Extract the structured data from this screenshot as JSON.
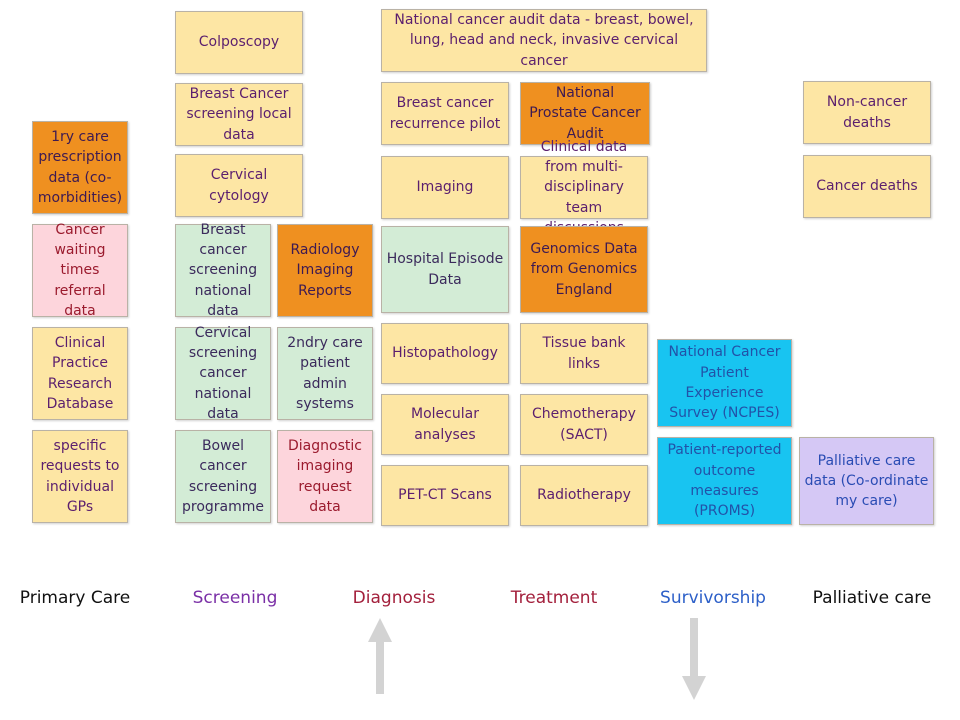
{
  "boxes": {
    "colposcopy": "Colposcopy",
    "bcs_local": "Breast Cancer screening local data",
    "cervical_cytology": "Cervical cytology",
    "bcs_national": "Breast cancer screening national data",
    "cervical_national": "Cervical screening cancer national data",
    "bowel_screening": "Bowel cancer screening programme",
    "radiology_reports": "Radiology Imaging Reports",
    "secondary_care_admin": "2ndry care patient admin systems",
    "diagnostic_imaging": "Diagnostic imaging request data",
    "primary_prescription": "1ry care prescription data (co-morbidities)",
    "cancer_waiting_times": "Cancer waiting times referral data",
    "cprd": "Clinical Practice Research Database",
    "gp_requests": "specific requests to individual GPs",
    "national_audit": "National cancer audit data - breast, bowel, lung, head and neck, invasive cervical cancer",
    "breast_recurrence": "Breast cancer recurrence pilot",
    "prostate_audit": "National Prostate Cancer Audit",
    "imaging": "Imaging",
    "mdt_data": "Clinical data from multi-disciplinary team discussions",
    "hes": "Hospital Episode Data",
    "genomics": "Genomics Data from Genomics England",
    "histopathology": "Histopathology",
    "tissue_bank": "Tissue bank links",
    "molecular": "Molecular analyses",
    "chemotherapy": "Chemotherapy (SACT)",
    "petct": "PET-CT Scans",
    "radiotherapy": "Radiotherapy",
    "ncpes": "National Cancer Patient Experience Survey (NCPES)",
    "proms": "Patient-reported outcome measures (PROMS)",
    "non_cancer_deaths": "Non-cancer deaths",
    "cancer_deaths": "Cancer deaths",
    "palliative_data": "Palliative care data (Co-ordinate my care)"
  },
  "stages": [
    {
      "label": "Primary Care",
      "color": "#111111"
    },
    {
      "label": "Screening",
      "color": "#7a2fa6"
    },
    {
      "label": "Diagnosis",
      "color": "#a3203c"
    },
    {
      "label": "Treatment",
      "color": "#a3203c"
    },
    {
      "label": "Survivorship",
      "color": "#2c5fc8"
    },
    {
      "label": "Palliative care",
      "color": "#111111"
    }
  ],
  "colors": {
    "yellow": "#fde6a4",
    "orange": "#ef9020",
    "pink": "#fdd5dc",
    "green": "#d3ecd6",
    "blue": "#18c4f1",
    "lavender": "#d5c8f5",
    "arrow": "#d3d3d3"
  },
  "arrows": [
    {
      "name": "up-arrow-icon",
      "direction": "up"
    },
    {
      "name": "down-arrow-icon",
      "direction": "down"
    }
  ]
}
